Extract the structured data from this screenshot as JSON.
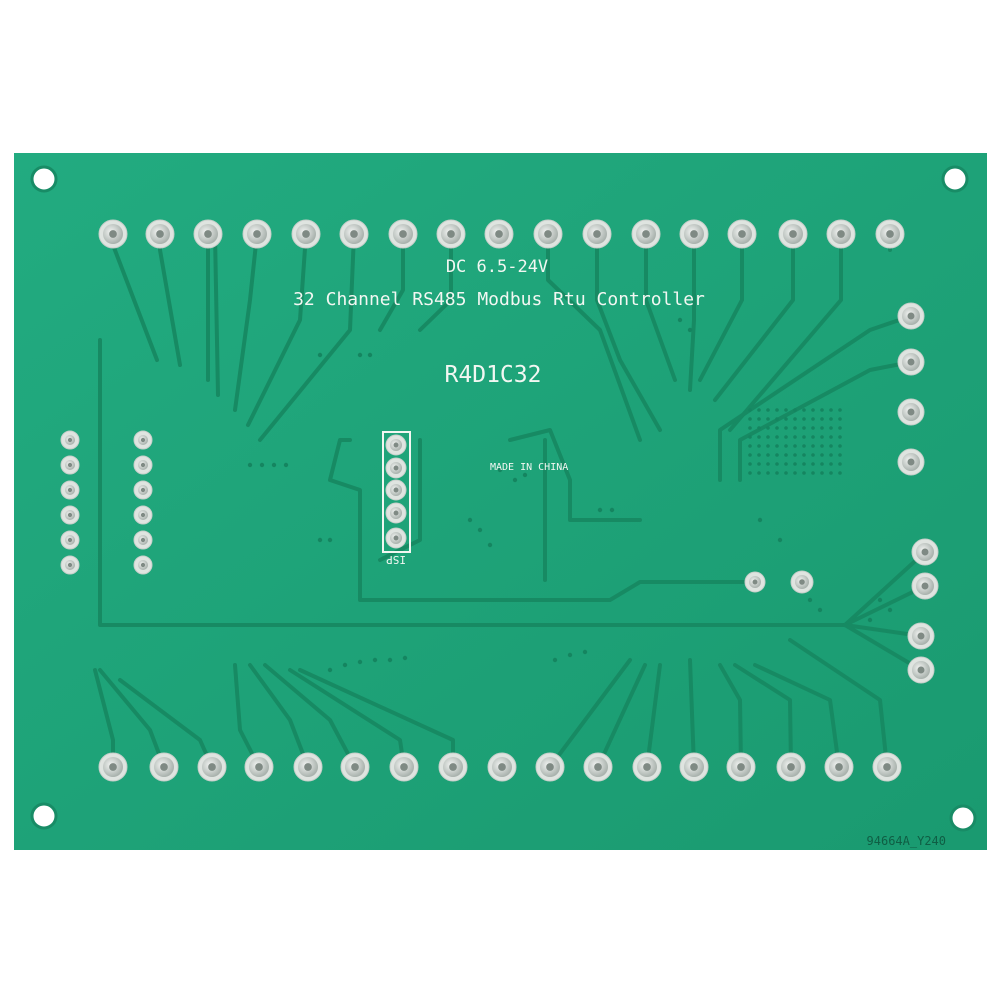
{
  "board": {
    "voltage_label": "DC 6.5-24V",
    "title_label": "32 Channel RS485 Modbus Rtu Controller",
    "model_label": "R4D1C32",
    "origin_label": "MADE IN CHINA",
    "header_label": "ISP",
    "batch_code": "94664A_Y240"
  },
  "colors": {
    "background": "#ffffff",
    "pcb": "#1fa67a",
    "trace": "#178a63",
    "pad": "#d7dcd8",
    "silkscreen": "#f2f7f2"
  }
}
